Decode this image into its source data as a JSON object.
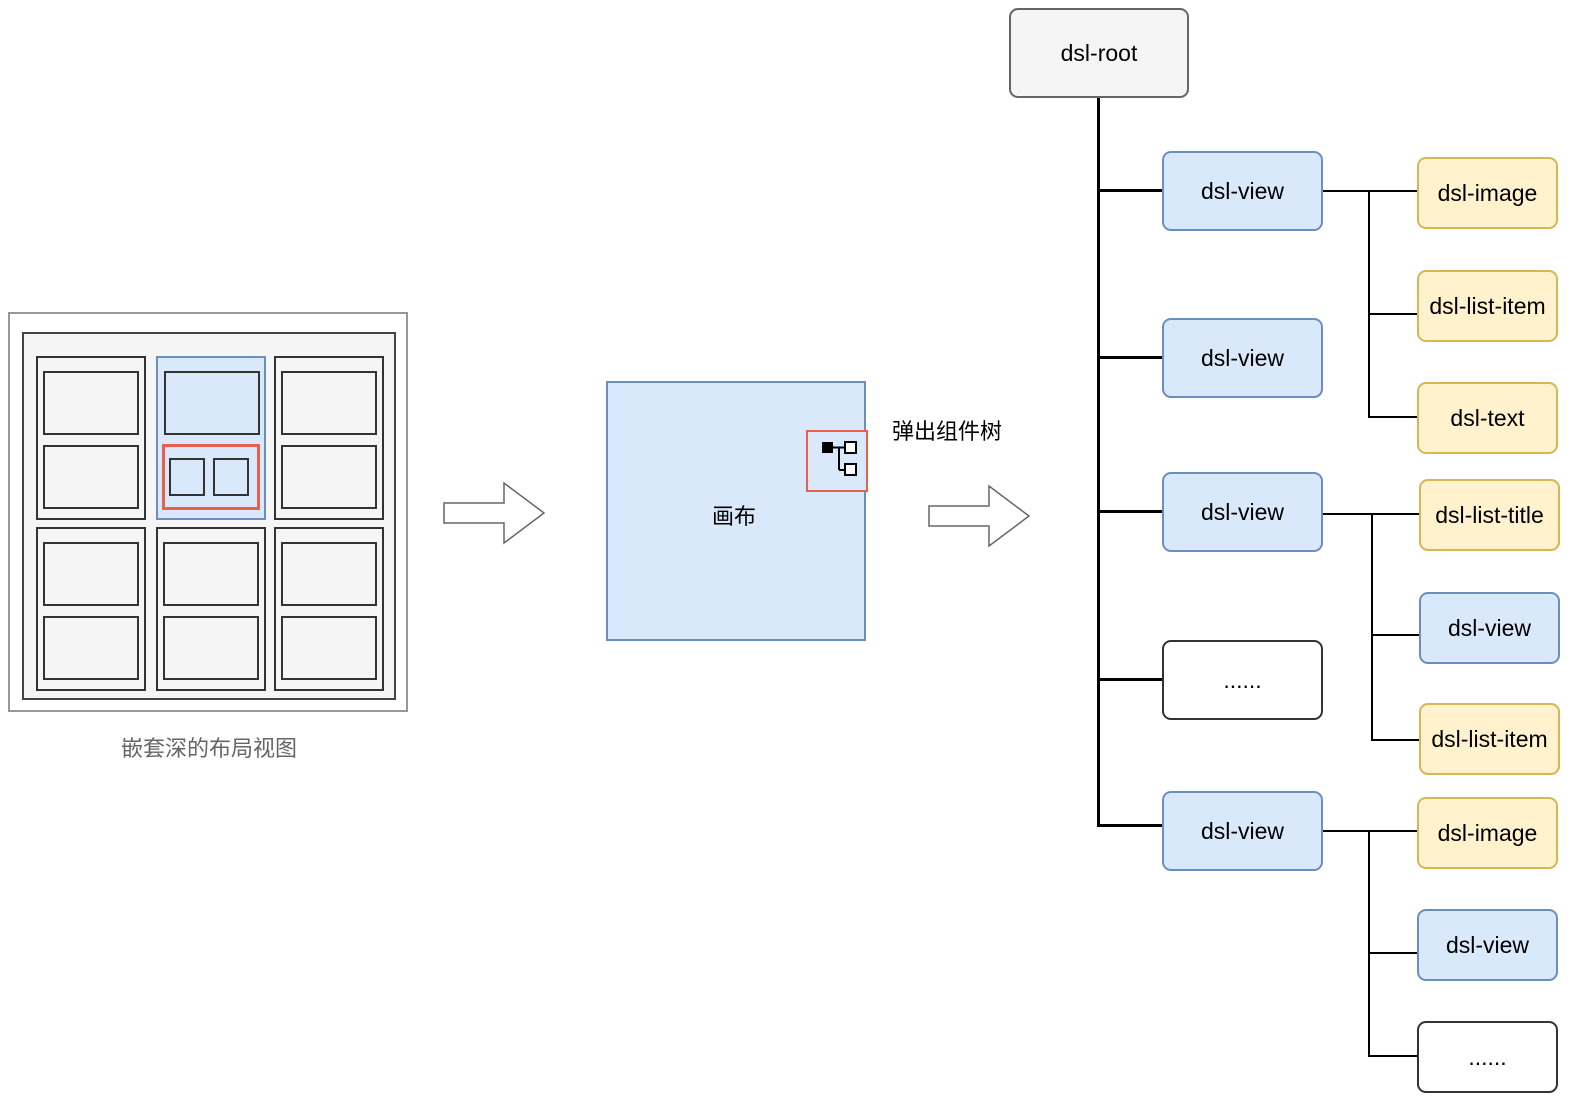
{
  "layout_view": {
    "caption": "嵌套深的布局视图"
  },
  "canvas": {
    "label": "画布",
    "icon": "component-tree-icon"
  },
  "popup_label": "弹出组件树",
  "tree": {
    "root": "dsl-root",
    "level1": [
      "dsl-view",
      "dsl-view",
      "dsl-view",
      "......",
      "dsl-view"
    ],
    "group1": [
      "dsl-image",
      "dsl-list-item",
      "dsl-text"
    ],
    "group3": [
      "dsl-list-title",
      "dsl-view",
      "dsl-list-item"
    ],
    "group5": [
      "dsl-image",
      "dsl-view",
      "......"
    ]
  },
  "colors": {
    "blue_fill": "#dae8fc",
    "blue_border": "#6c8ebf",
    "yellow_fill": "#fff2cc",
    "yellow_border": "#d6b656",
    "highlight_red": "#e8604c",
    "grey_fill": "#f5f5f5"
  }
}
